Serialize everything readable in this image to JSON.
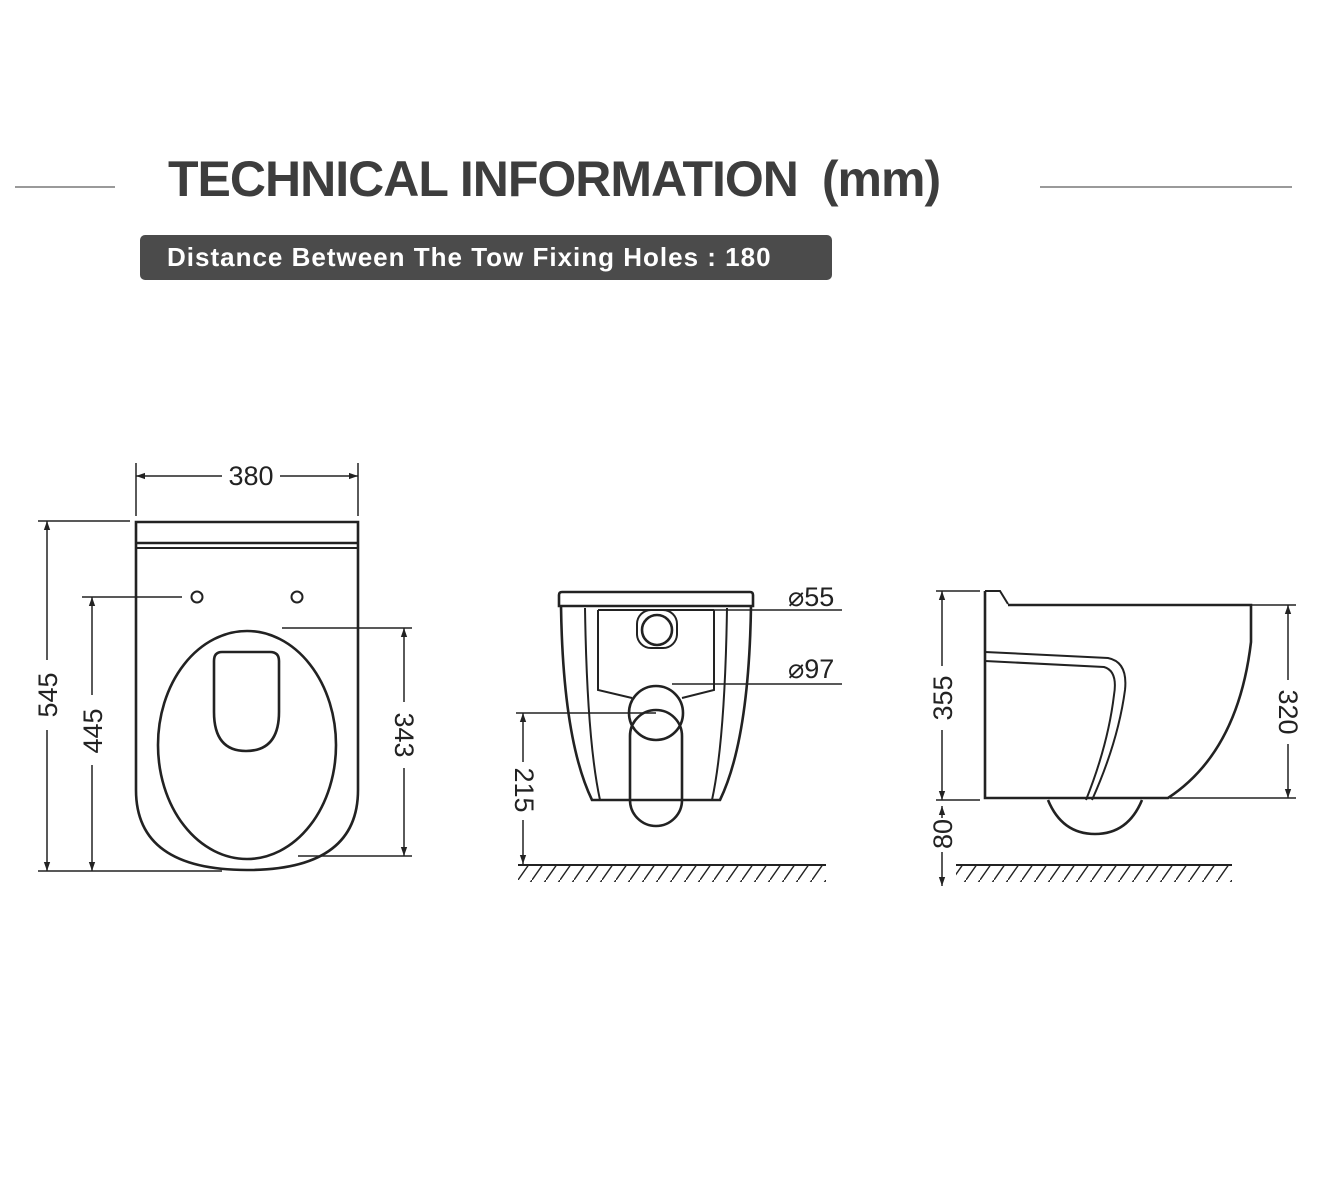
{
  "header": {
    "title": "TECHNICAL INFORMATION",
    "unit": "(mm)"
  },
  "banner": {
    "text": "Distance Between The Tow Fixing Holes : 180"
  },
  "dimensions": {
    "top_view": {
      "width": "380",
      "total_length": "545",
      "holes_to_front": "445",
      "bowl_length": "343"
    },
    "rear_view": {
      "outlet_small": "⌀55",
      "outlet_large": "⌀97",
      "outlet_height": "215"
    },
    "side_view": {
      "rear_height": "355",
      "front_height": "320",
      "floor_clearance": "80"
    }
  }
}
